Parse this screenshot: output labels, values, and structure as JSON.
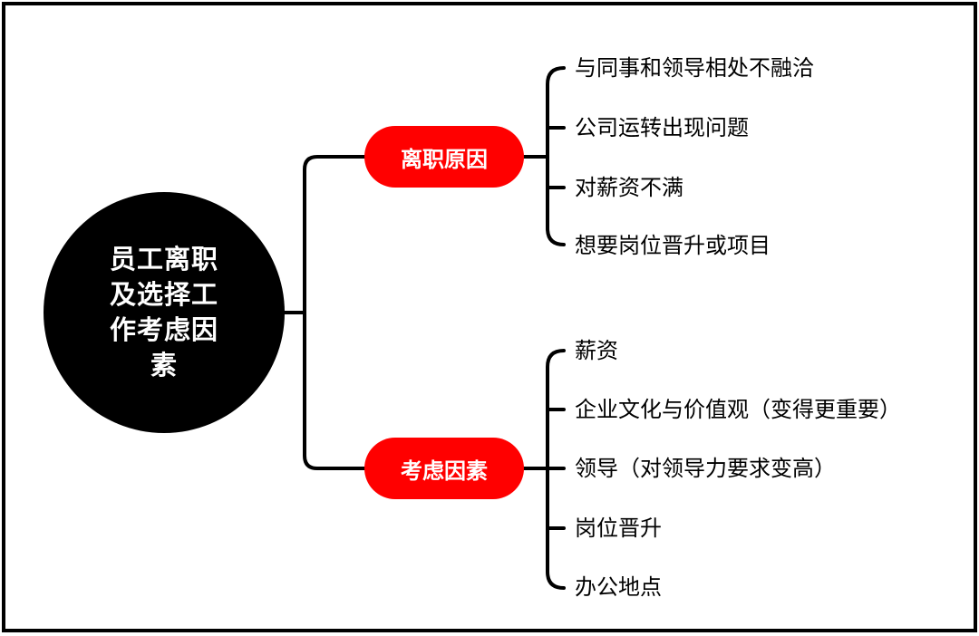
{
  "root": {
    "title": "员工离职及选择工作考虑因素"
  },
  "branches": [
    {
      "label": "离职原因",
      "items": [
        "与同事和领导相处不融洽",
        "公司运转出现问题",
        "对薪资不满",
        "想要岗位晋升或项目"
      ]
    },
    {
      "label": "考虑因素",
      "items": [
        "薪资",
        "企业文化与价值观（变得更重要）",
        "领导（对领导力要求变高）",
        "岗位晋升",
        "办公地点"
      ]
    }
  ],
  "colors": {
    "branch_fill": "#ff0000",
    "root_fill": "#000000",
    "line": "#000000",
    "background": "#ffffff"
  }
}
